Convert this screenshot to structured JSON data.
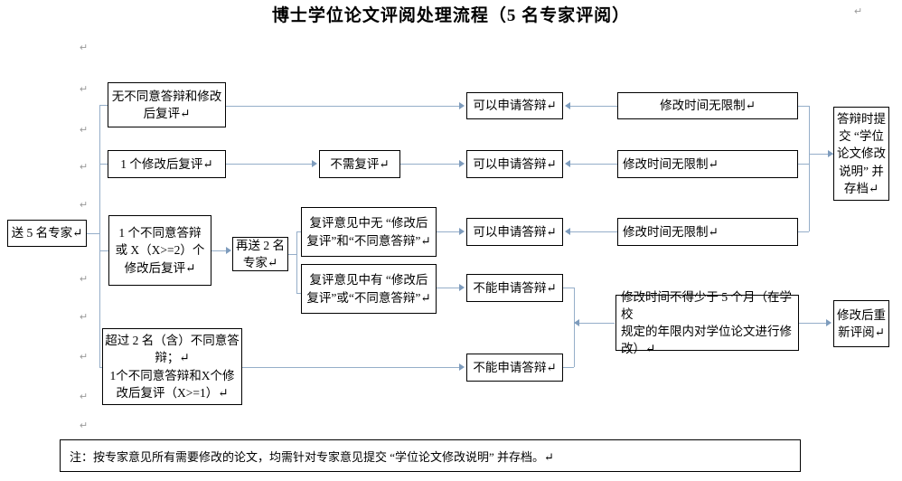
{
  "document": {
    "title": "博士学位论文评阅处理流程（5 名专家评阅）",
    "pilcrow": "↵"
  },
  "nodes": {
    "start": "送 5 名专家↵",
    "branch_no_objection": "无不同意答辩和修改\n后复评↵",
    "branch_one_revise": "1 个修改后复评↵",
    "branch_one_objection": "1 个不同意答辩\n或 X（X>=2）个\n修改后复评↵",
    "branch_over_two": "超过 2 名（含）不同意答\n辩；↵\n1个不同意答辩和X个修\n改后复评（X>=1）↵",
    "resend_two": "再送 2 名\n专家↵",
    "no_review_needed": "不需复评↵",
    "review_none": "复评意见中无 “修改后\n复评”和“不同意答辩”↵",
    "review_has": "复评意见中有 “修改后\n复评”或“不同意答辩”↵",
    "can_apply_1": "可以申请答辩↵",
    "can_apply_2": "可以申请答辩↵",
    "can_apply_3": "可以申请答辩↵",
    "cannot_apply_1": "不能申请答辩↵",
    "cannot_apply_2": "不能申请答辩↵",
    "unlimited_time_1": "修改时间无限制↵",
    "unlimited_time_2": "修改时间无限制↵",
    "unlimited_time_3": "修改时间无限制↵",
    "min_five_months": "修改时间不得少于 5 个月（在学校\n规定的年限内对学位论文进行修\n改）↵",
    "defense_submit": "答辩时提\n交 “学位\n论文修改\n说明” 并\n存档↵",
    "re_review": "修改后重\n新评阅↵"
  },
  "note": {
    "text": "注：按专家意见所有需要修改的论文，均需针对专家意见提交 “学位论文修改说明” 并存档。↵"
  },
  "colors": {
    "connector": "#95aec9",
    "arrow": "#7e9cbd",
    "border": "#000000",
    "background": "#ffffff",
    "pilcrow": "#9a9a9a"
  }
}
